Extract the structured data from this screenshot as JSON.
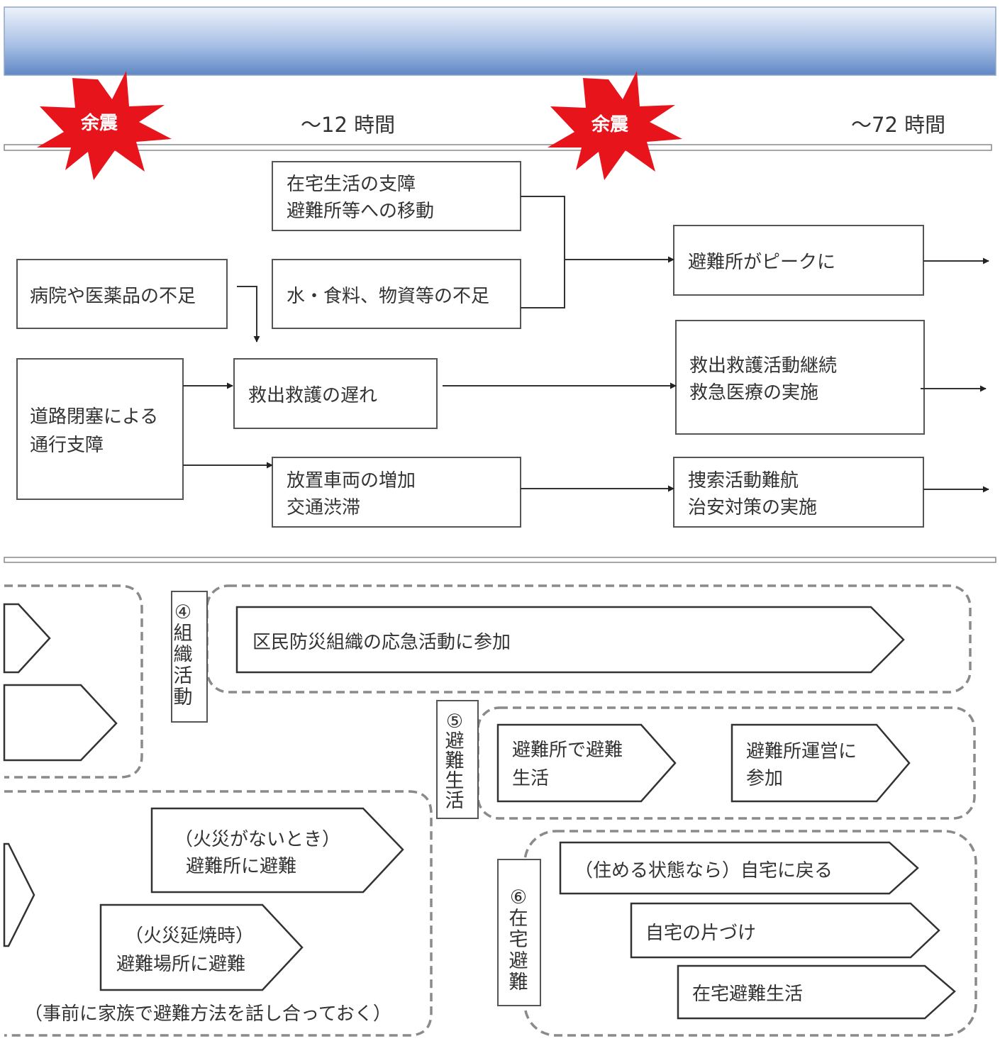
{
  "timeline": {
    "label_12h": "〜12 時間",
    "label_72h": "〜72 時間",
    "aftershock_1": "余震",
    "aftershock_2": "余震"
  },
  "situations": {
    "home_life_1": "在宅生活の支障",
    "home_life_2": "避難所等への移動",
    "water_food": "水・食料、物資等の不足",
    "hospital": "病院や医薬品の不足",
    "road_1": "道路閉塞による",
    "road_2": "通行支障",
    "rescue_delay": "救出救護の遅れ",
    "vehicles_1": "放置車両の増加",
    "vehicles_2": "交通渋滞",
    "shelter_peak": "避難所がピークに",
    "rescue_cont_1": "救出救護活動継続",
    "rescue_cont_2": "救急医療の実施",
    "search_1": "捜索活動難航",
    "search_2": "治安対策の実施"
  },
  "actions": {
    "org_label": [
      "④",
      "組",
      "織",
      "活",
      "動"
    ],
    "org_action": "区民防災組織の応急活動に参加",
    "shelter_label": [
      "⑤",
      "避",
      "難",
      "生",
      "活"
    ],
    "shelter_life_1": "避難所で避難",
    "shelter_life_2": "生活",
    "shelter_ops_1": "避難所運営に",
    "shelter_ops_2": "参加",
    "home_label": [
      "⑥",
      "在",
      "宅",
      "避",
      "難"
    ],
    "return_home": "（住める状態なら）自宅に戻る",
    "cleanup": "自宅の片づけ",
    "home_evac": "在宅避難生活",
    "no_fire_1": "（火災がないとき）",
    "no_fire_2": "避難所に避難",
    "fire_1": "（火災延焼時）",
    "fire_2": "避難場所に避難",
    "family_note": "（事前に家族で避難方法を話し合っておく）"
  },
  "colors": {
    "banner_top": "#eef3fb",
    "banner_bottom": "#5f87c4",
    "quake_red": "#e8141b",
    "dash_gray": "#8a8a8a"
  }
}
